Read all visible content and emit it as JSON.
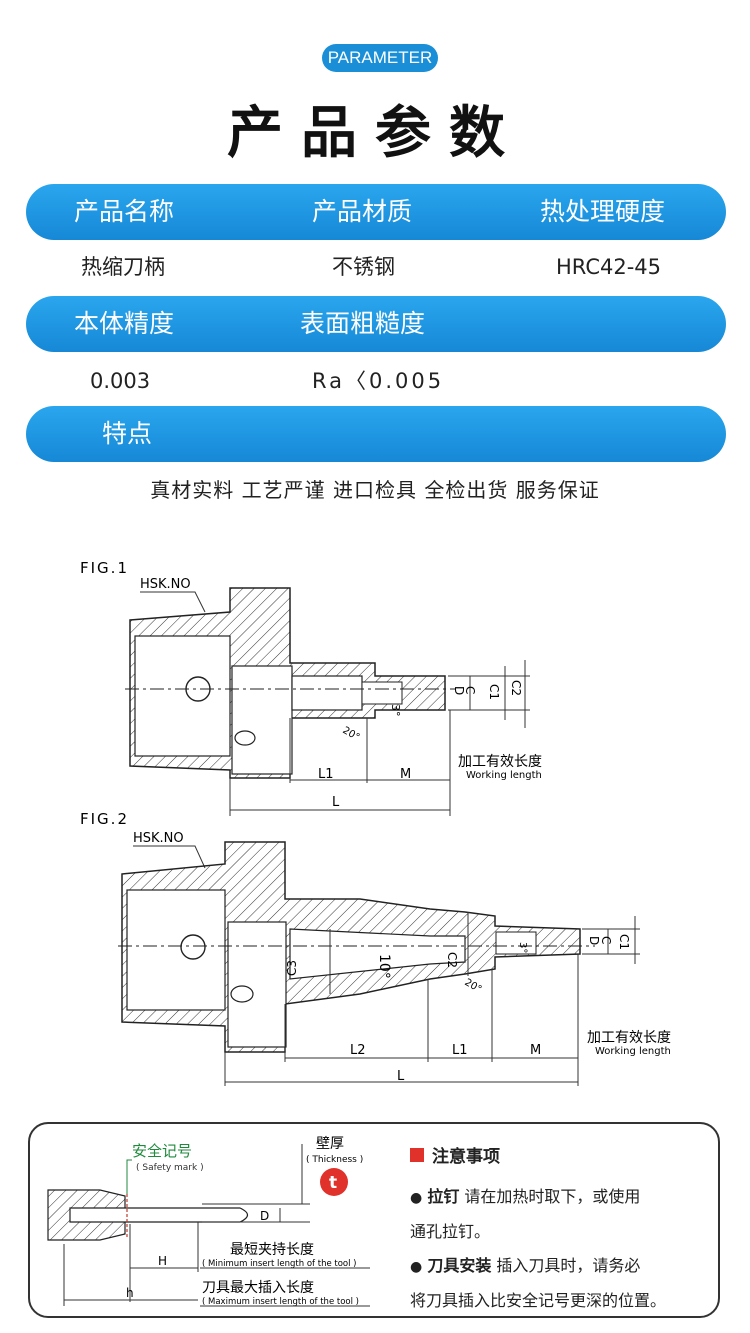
{
  "header": {
    "pill": "PARAMETER",
    "title": "产品参数"
  },
  "table": {
    "row1_headers": [
      "产品名称",
      "产品材质",
      "热处理硬度"
    ],
    "row1_values": [
      "热缩刀柄",
      "不锈钢",
      "HRC42-45"
    ],
    "row2_headers": [
      "本体精度",
      "表面粗糙度"
    ],
    "row2_values": [
      "0.003",
      "Ra〈0.005"
    ],
    "features_header": "特点",
    "features": "真材实料 工艺严谨 进口检具 全检出货 服务保证"
  },
  "fig1": {
    "label": "FIG.1",
    "hsk": "HSK.NO",
    "angle": "3°",
    "chamfer": "20°",
    "dims": {
      "d": "D",
      "c": "C",
      "c1": "C1",
      "c2": "C2",
      "l1": "L1",
      "m": "M",
      "l": "L"
    },
    "wl_cn": "加工有效长度",
    "wl_en": "Working length"
  },
  "fig2": {
    "label": "FIG.2",
    "hsk": "HSK.NO",
    "angle": "10°",
    "angle_small": "3°",
    "chamfer": "20°",
    "dims": {
      "c3": "C3",
      "c2": "C2",
      "d": "D",
      "c": "C",
      "c1": "C1",
      "l2": "L2",
      "l1": "L1",
      "m": "M",
      "l": "L"
    },
    "wl_cn": "加工有效长度",
    "wl_en": "Working length"
  },
  "notes": {
    "safety_cn": "安全记号",
    "safety_en": "( Safety mark )",
    "thickness_cn": "壁厚",
    "thickness_en": "( Thickness )",
    "t": "t",
    "d": "D",
    "h_upper": "H",
    "h_lower": "h",
    "min_cn": "最短夹持长度",
    "min_en": "( Minimum insert length of the tool )",
    "max_cn": "刀具最大插入长度",
    "max_en": "( Maximum insert length of the tool )",
    "title": "注意事项",
    "item1_head": "拉钉",
    "item1_text": "请在加热时取下，或使用",
    "item1_cont": "通孔拉钉。",
    "item2_head": "刀具安装",
    "item2_text": "插入刀具时，请务必",
    "item2_cont": "将刀具插入比安全记号更深的位置。"
  }
}
